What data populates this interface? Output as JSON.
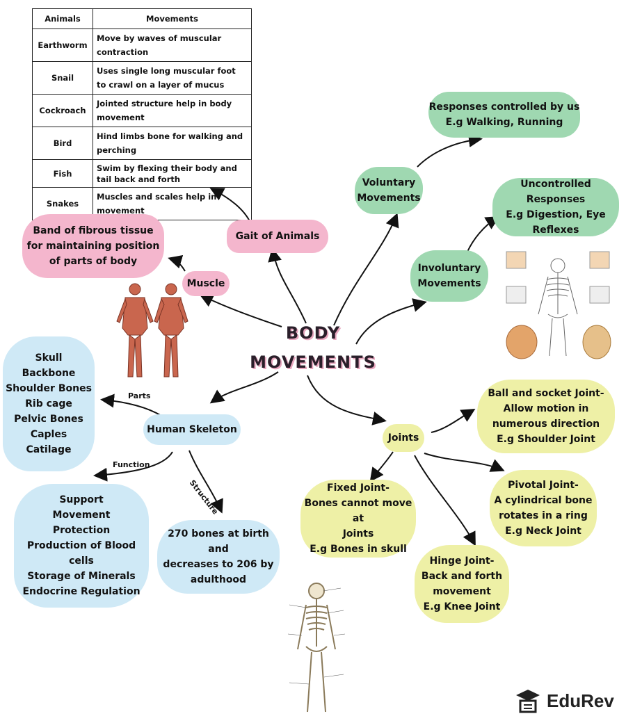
{
  "title_line1": "BODY",
  "title_line2": "MOVEMENTS",
  "table": {
    "headers": [
      "Animals",
      "Movements"
    ],
    "rows": [
      {
        "animal": "Earthworm",
        "movement": "Move by waves of muscular contraction"
      },
      {
        "animal": "Snail",
        "movement": "Uses single long muscular foot to crawl on a layer of mucus"
      },
      {
        "animal": "Cockroach",
        "movement": "Jointed structure help in body movement"
      },
      {
        "animal": "Bird",
        "movement": "Hind limbs bone for walking and perching"
      },
      {
        "animal": "Fish",
        "movement": "Swim by flexing their body and tail back and forth"
      },
      {
        "animal": "Snakes",
        "movement": "Muscles and scales help in movement"
      }
    ]
  },
  "nodes": {
    "gait": "Gait of Animals",
    "muscle": "Muscle",
    "muscle_def": "Band of fibrous tissue\nfor maintaining position\nof  parts of body",
    "voluntary": "Voluntary\nMovements",
    "voluntary_def": "Responses controlled by us\nE.g Walking, Running",
    "involuntary": "Involuntary\nMovements",
    "involuntary_def": "Uncontrolled Responses\nE.g Digestion, Eye\nReflexes",
    "skeleton": "Human Skeleton",
    "parts": "Skull\nBackbone\nShoulder Bones\nRib cage\nPelvic Bones\nCaples\nCatilage",
    "functions": "Support\nMovement\nProtection\nProduction of Blood cells\nStorage of Minerals\nEndocrine Regulation",
    "structure": "270 bones at birth and\ndecreases to 206 by\nadulthood",
    "joints": "Joints",
    "ball_socket": "Ball and socket Joint-\nAllow motion in\nnumerous direction\nE.g Shoulder Joint",
    "pivotal": "Pivotal Joint-\nA cylindrical bone\nrotates in a ring\nE.g Neck Joint",
    "hinge": "Hinge Joint-\nBack and forth\nmovement\nE.g Knee Joint",
    "fixed": "Fixed Joint-\nBones cannot move at\nJoints\nE.g Bones in skull"
  },
  "edge_labels": {
    "parts": "Parts",
    "function": "Function",
    "structure": "Structure"
  },
  "brand": "EduRev",
  "colors": {
    "pink": "#f4b6cd",
    "green": "#9fd8b1",
    "blue": "#cfe9f6",
    "yellow": "#eef0a6"
  }
}
